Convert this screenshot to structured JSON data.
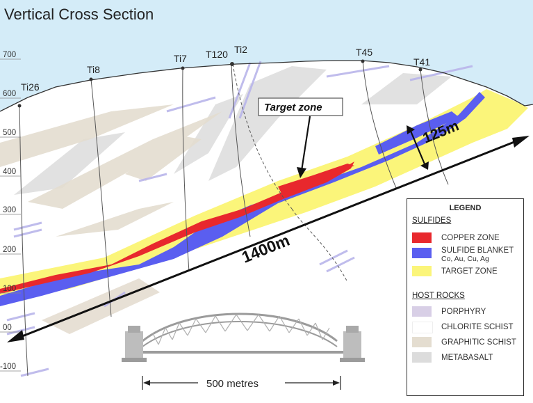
{
  "title": "Vertical Cross Section",
  "depth_labels": [
    "700",
    "600",
    "500",
    "400",
    "300",
    "200",
    "100",
    "00",
    "-100"
  ],
  "drillholes": [
    "Ti26",
    "Ti8",
    "Ti7",
    "T120",
    "Ti2",
    "T45",
    "T41"
  ],
  "annotations": {
    "target_zone": "Target zone",
    "thickness": "125m",
    "length": "1400m",
    "scale": "500 metres"
  },
  "legend": {
    "title": "LEGEND",
    "sulfides_heading": "SULFIDES",
    "host_rocks_heading": "HOST  ROCKS",
    "items": [
      {
        "label": "COPPER ZONE",
        "sub": "",
        "color": "#e8282d"
      },
      {
        "label": "SULFIDE BLANKET",
        "sub": "Co, Au, Cu, Ag",
        "color": "#5a5ef0"
      },
      {
        "label": "TARGET ZONE",
        "sub": "",
        "color": "#fbf57a"
      },
      {
        "label": "PORPHYRY",
        "sub": "",
        "color": "#d8cfe6"
      },
      {
        "label": "CHLORITE SCHIST",
        "sub": "",
        "color": "#ffffff"
      },
      {
        "label": "GRAPHITIC SCHIST",
        "sub": "",
        "color": "#e4ddd0"
      },
      {
        "label": "METABASALT",
        "sub": "",
        "color": "#dcdcdc"
      }
    ]
  },
  "colors": {
    "sky": "#d4ecf8",
    "copper": "#e8282d",
    "sulfide": "#5a5ef0",
    "target": "#fbf57a",
    "graphitic": "#e4ddd0",
    "metabasalt": "#dcdcdc",
    "porphyry": "#c9c6ee"
  }
}
